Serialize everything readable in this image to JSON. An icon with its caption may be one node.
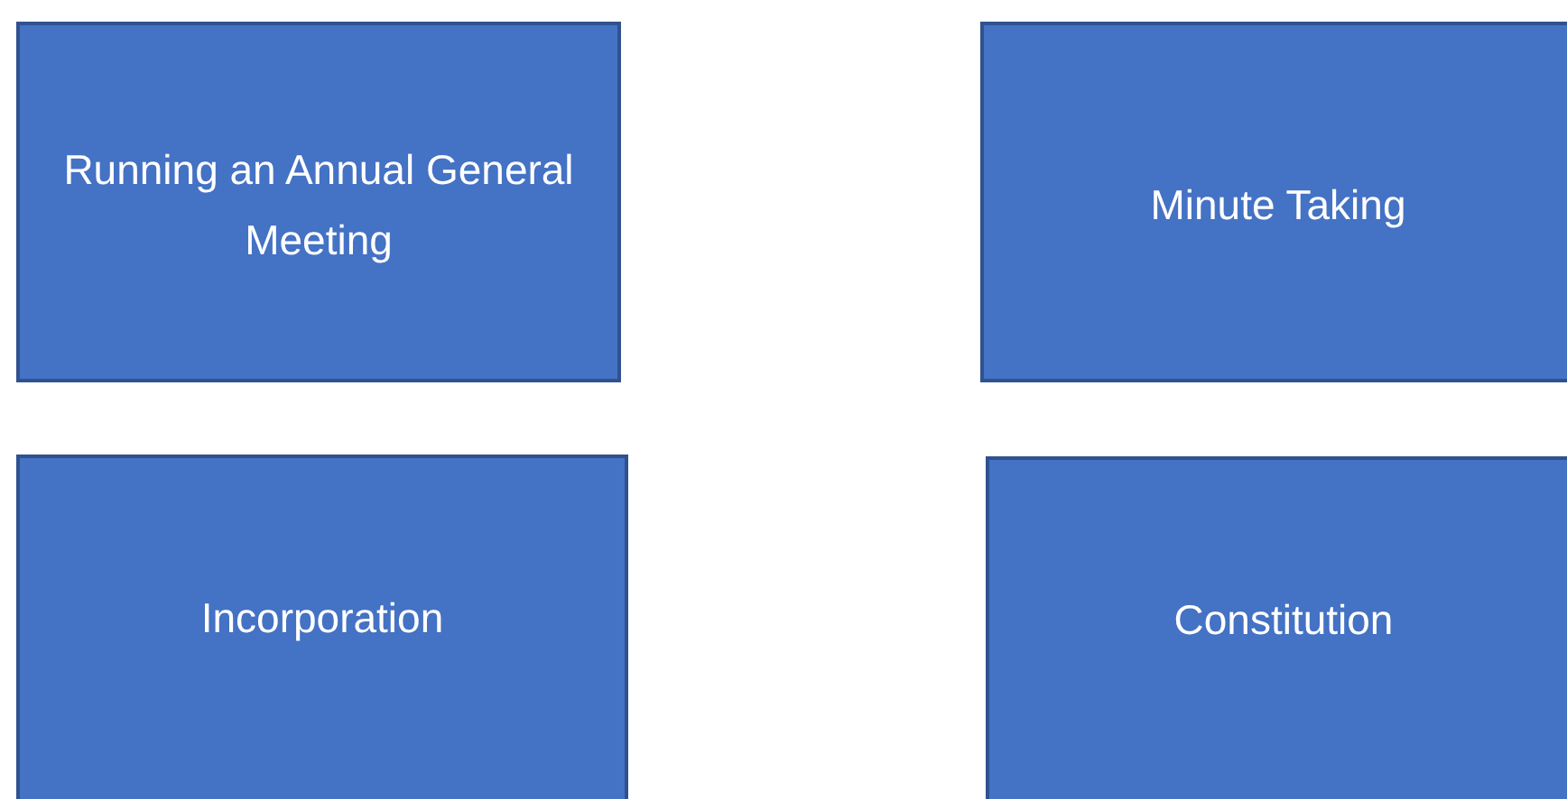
{
  "diagram": {
    "nodes": [
      {
        "text": [
          "Running an Annual General Meeting"
        ]
      },
      {
        "text": [
          "Minute Taking"
        ]
      },
      {
        "text": [
          "Incorporation"
        ]
      },
      {
        "text": [
          "Constitution"
        ]
      }
    ]
  }
}
